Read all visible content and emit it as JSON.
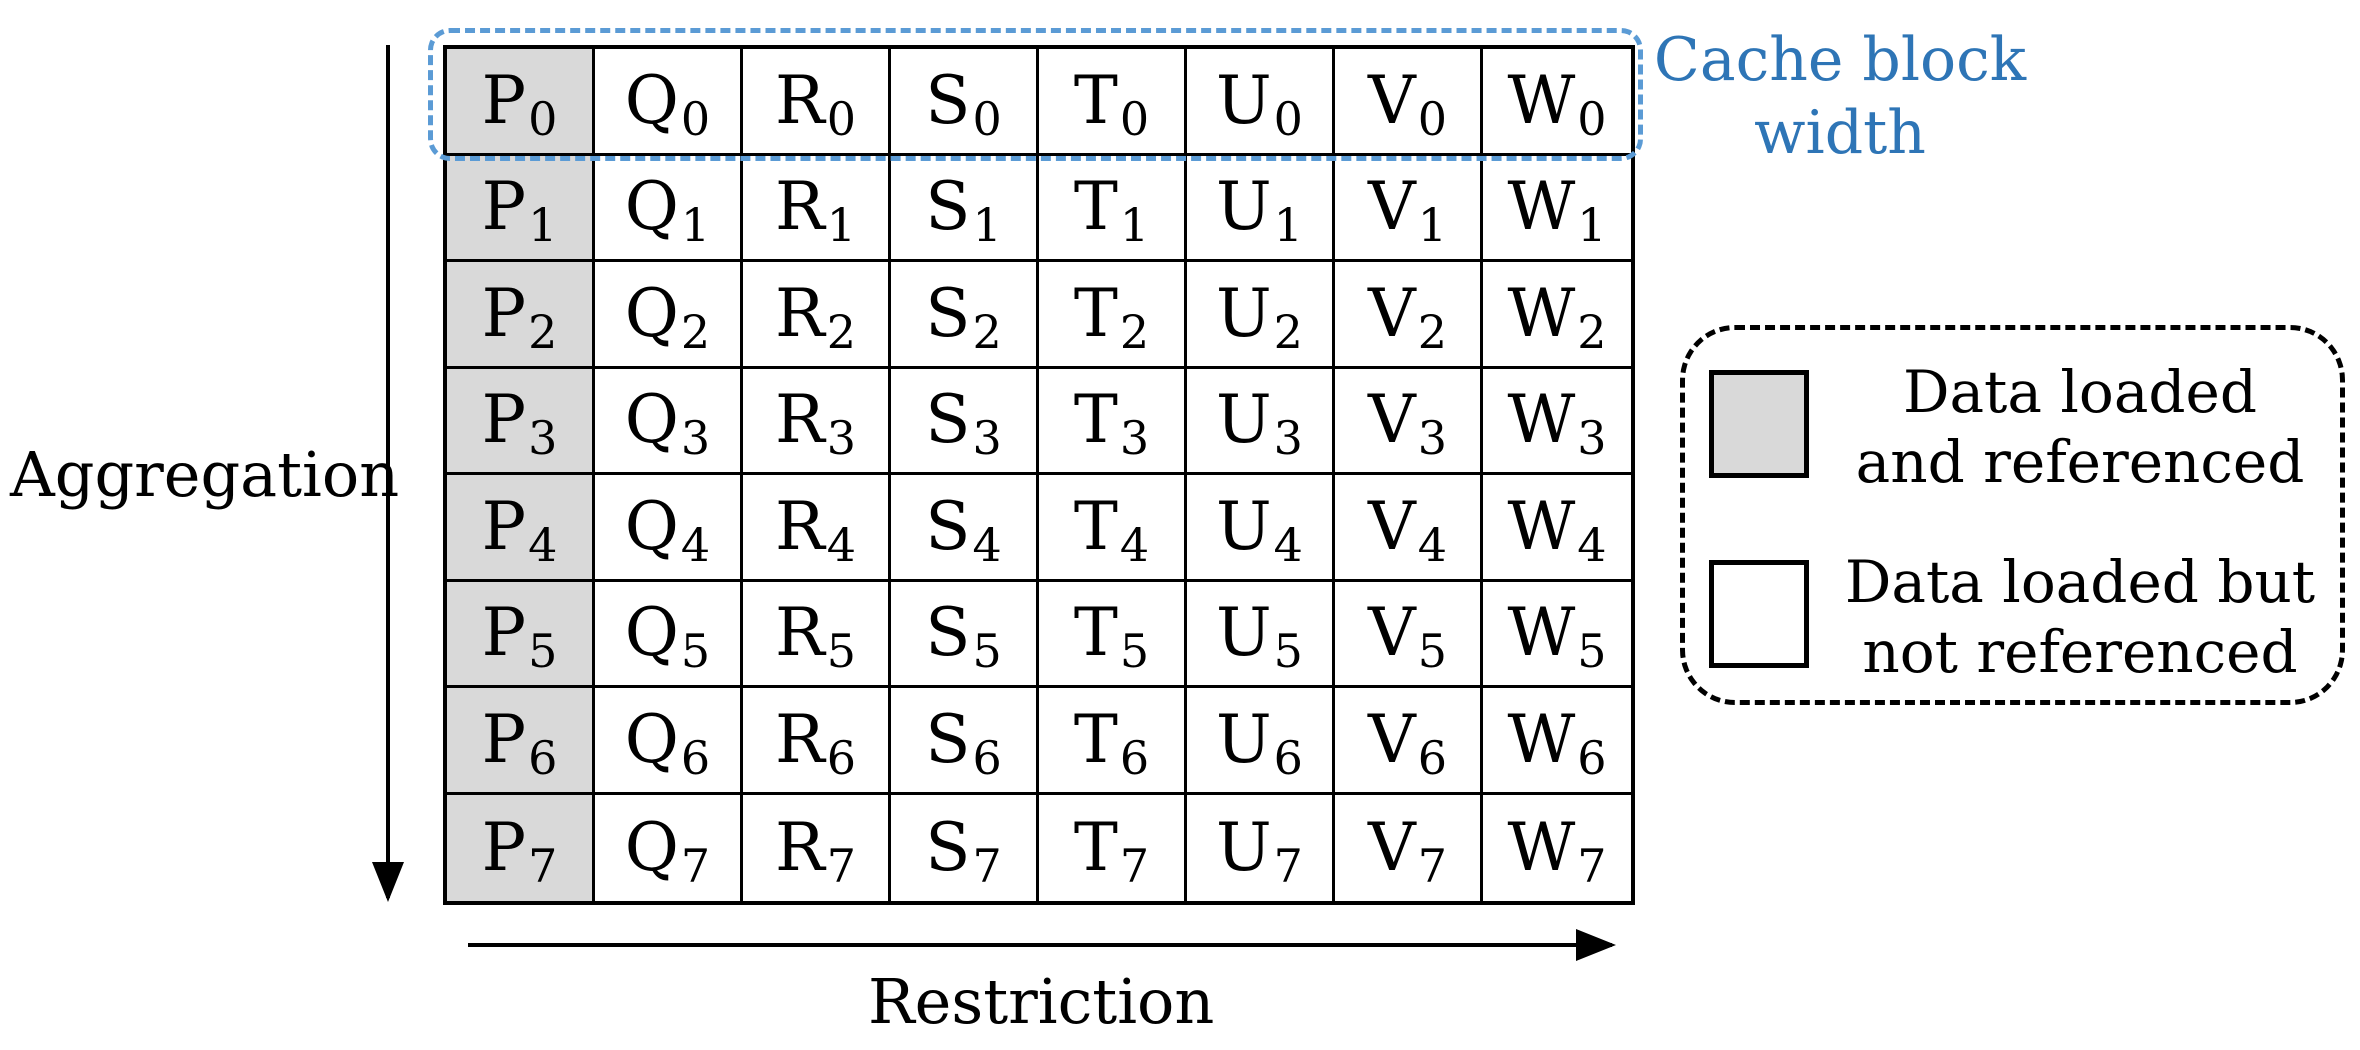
{
  "columns": [
    "P",
    "Q",
    "R",
    "S",
    "T",
    "U",
    "V",
    "W"
  ],
  "row_indices": [
    "0",
    "1",
    "2",
    "3",
    "4",
    "5",
    "6",
    "7"
  ],
  "referenced_column": "P",
  "cache_label": {
    "line1": "Cache block",
    "line2": "width"
  },
  "axes": {
    "vertical": "Aggregation",
    "horizontal": "Restriction"
  },
  "legend": {
    "referenced": {
      "line1": "Data loaded",
      "line2": "and referenced"
    },
    "not_referenced": {
      "line1": "Data loaded but",
      "line2": "not referenced"
    }
  },
  "colors": {
    "referenced_fill": "#d9d9d9",
    "cache_border": "#5b9bd5",
    "cache_text": "#2e75b6"
  }
}
